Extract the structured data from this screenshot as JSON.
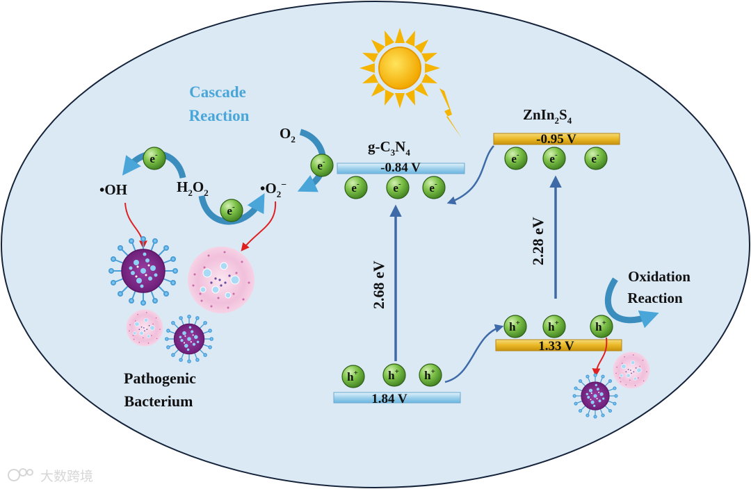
{
  "labels": {
    "cascade_1": "Cascade",
    "cascade_2": "Reaction",
    "o2": "O",
    "o2_sub": "2",
    "oh_radical": "•OH",
    "h2o2_h": "H",
    "h2o2_2a": "2",
    "h2o2_o": "O",
    "h2o2_2b": "2",
    "superoxide_o": "•O",
    "superoxide_sub": "2",
    "superoxide_sup": "−",
    "pathogenic_1": "Pathogenic",
    "pathogenic_2": "Bacterium",
    "oxidation_1": "Oxidation",
    "oxidation_2": "Reaction",
    "gcn_g": "g-C",
    "gcn_3": "3",
    "gcn_n": "N",
    "gcn_4": "4",
    "zis_zn": "ZnIn",
    "zis_2": "2",
    "zis_s": "S",
    "zis_4": "4",
    "gcn_cb": "-0.84 V",
    "gcn_vb": "1.84 V",
    "zis_cb": "-0.95 V",
    "zis_vb": "1.33 V",
    "gap_gcn": "2.68 eV",
    "gap_zis": "2.28 eV",
    "electron": "e",
    "electron_sup": "-",
    "hole": "h",
    "hole_sup": "+",
    "watermark": "大数跨境"
  },
  "colors": {
    "background": "#dbe9f5",
    "electron_fill": "#6fb83a",
    "band_blue": "#a5d3ee",
    "band_gold": "#e9b825",
    "cascade_text": "#4aa6d8",
    "arrow_blue": "#3f6aa8",
    "arrow_red": "#e02020"
  },
  "icons": [
    "sun-icon",
    "lightning-icon",
    "bacterium-icon"
  ]
}
